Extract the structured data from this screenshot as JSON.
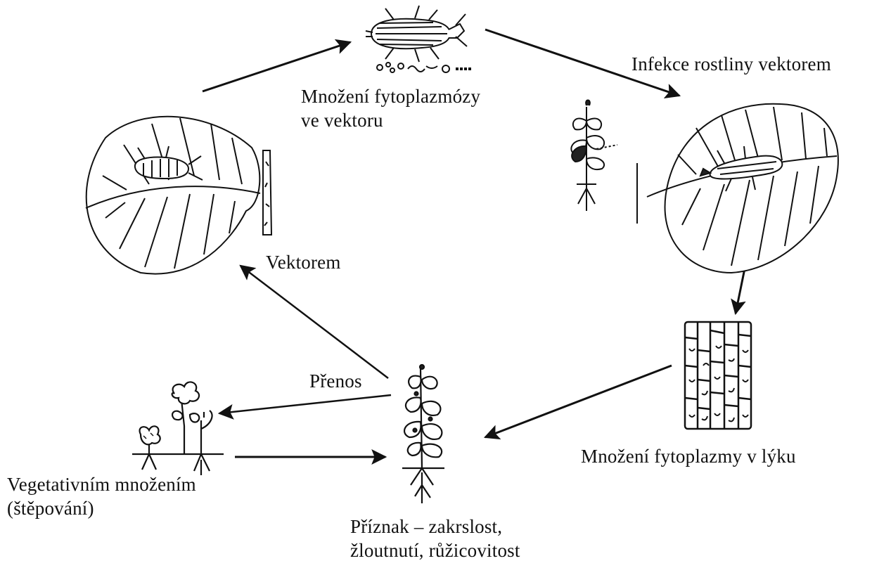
{
  "labels": {
    "vector_multiplication": [
      "Množení fytoplazmózy",
      "ve vektoru"
    ],
    "plant_infection": "Infekce rostliny vektorem",
    "by_vector": "Vektorem",
    "phloem_multiplication": "Množení fytoplazmy v lýku",
    "transmission": "Přenos",
    "vegetative": [
      "Vegetativním množením",
      "(štěpování)"
    ],
    "symptoms": [
      "Příznak – zakrslost,",
      "žloutnutí, růžicovitost"
    ]
  },
  "colors": {
    "ink": "#111111",
    "background": "#ffffff"
  }
}
